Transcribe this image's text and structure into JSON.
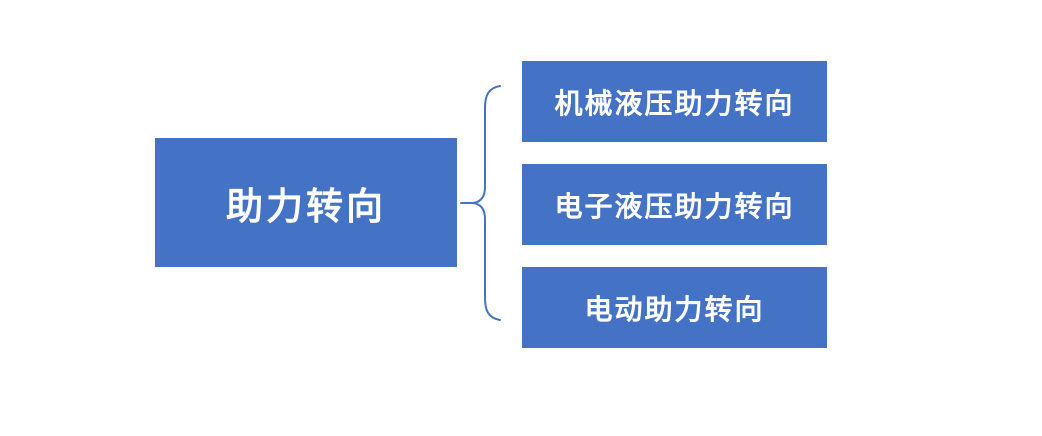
{
  "diagram": {
    "type": "bracket-hierarchy",
    "root": {
      "label": "助力转向"
    },
    "children": [
      {
        "label": "机械液压助力转向"
      },
      {
        "label": "电子液压助力转向"
      },
      {
        "label": "电动助力转向"
      }
    ],
    "colors": {
      "box_fill": "#4472C4",
      "text": "#FFFFFF",
      "brace": "#4472C4",
      "background": "#FFFFFF"
    }
  }
}
